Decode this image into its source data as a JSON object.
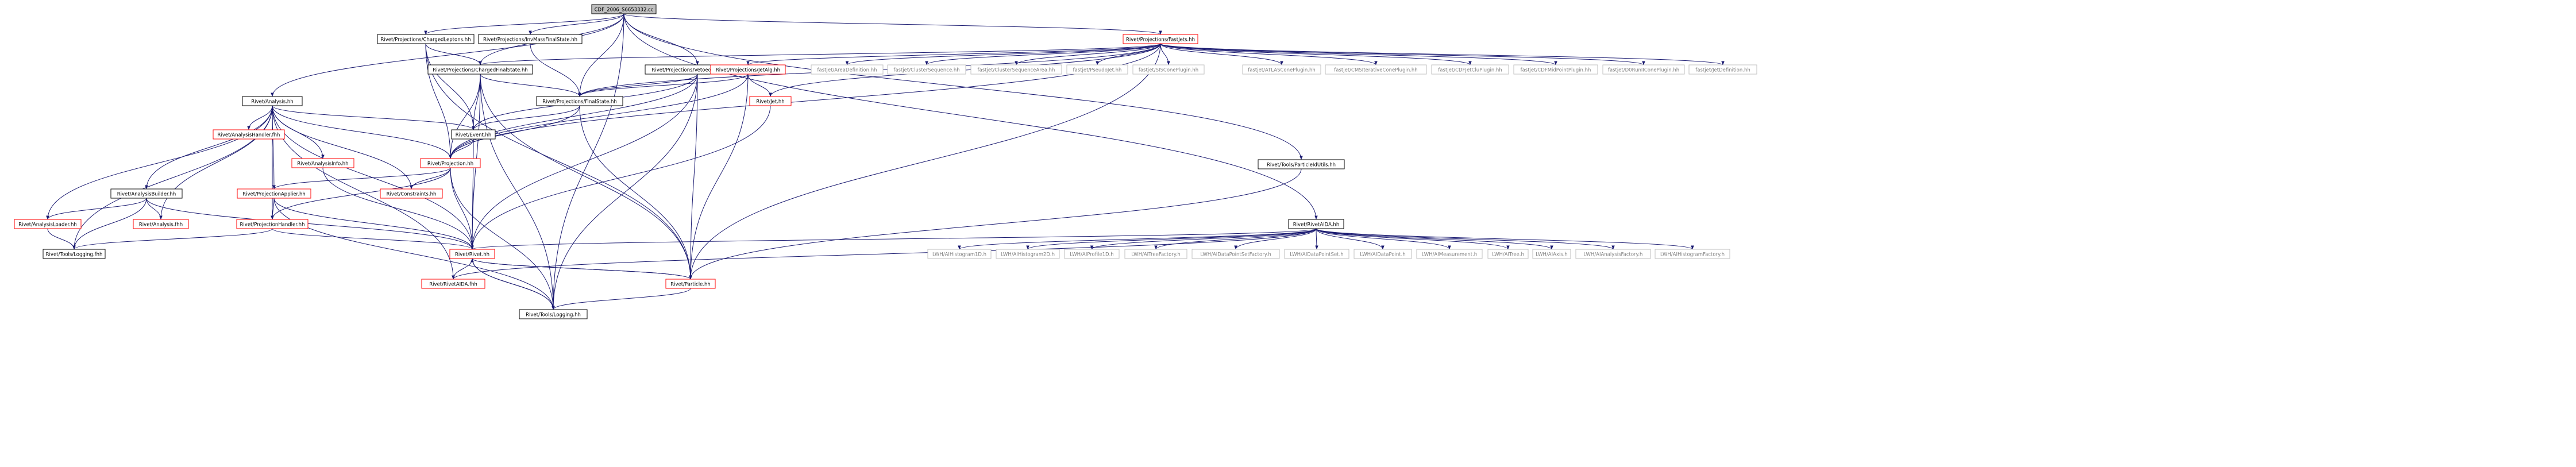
{
  "colors": {
    "edge": "#191970",
    "node_border": "#000000",
    "red_border": "#ff0000",
    "grey_border": "#bfbfbf",
    "root_fill": "#bfbfbf",
    "grey_text": "#808080"
  },
  "diagram": {
    "nodes": [
      {
        "id": "root",
        "label": "CDF_2006_S6653332.cc",
        "kind": "root"
      },
      {
        "id": "chargedleptons",
        "label": "Rivet/Projections/ChargedLeptons.hh",
        "kind": "normal"
      },
      {
        "id": "invmass",
        "label": "Rivet/Projections/InvMassFinalState.hh",
        "kind": "normal"
      },
      {
        "id": "fastjets",
        "label": "Rivet/Projections/FastJets.hh",
        "kind": "red"
      },
      {
        "id": "chargedfs",
        "label": "Rivet/Projections/ChargedFinalState.hh",
        "kind": "normal"
      },
      {
        "id": "vetoedfs",
        "label": "Rivet/Projections/VetoedFinalState.hh",
        "kind": "normal"
      },
      {
        "id": "jetalg",
        "label": "Rivet/Projections/JetAlg.hh",
        "kind": "red"
      },
      {
        "id": "fj_areadef",
        "label": "fastjet/AreaDefinition.hh",
        "kind": "grey"
      },
      {
        "id": "fj_clusterseq",
        "label": "fastjet/ClusterSequence.hh",
        "kind": "grey"
      },
      {
        "id": "fj_clusterseqarea",
        "label": "fastjet/ClusterSequenceArea.hh",
        "kind": "grey"
      },
      {
        "id": "fj_pseudojet",
        "label": "fastjet/PseudoJet.hh",
        "kind": "grey"
      },
      {
        "id": "fj_siscone",
        "label": "fastjet/SISConePlugin.hh",
        "kind": "grey"
      },
      {
        "id": "fj_atlascone",
        "label": "fastjet/ATLASConePlugin.hh",
        "kind": "grey"
      },
      {
        "id": "fj_cmscone",
        "label": "fastjet/CMSIterativeConePlugin.hh",
        "kind": "grey"
      },
      {
        "id": "fj_cdfclu",
        "label": "fastjet/CDFJetCluPlugin.hh",
        "kind": "grey"
      },
      {
        "id": "fj_cdfmid",
        "label": "fastjet/CDFMidPointPlugin.hh",
        "kind": "grey"
      },
      {
        "id": "fj_d0run",
        "label": "fastjet/D0RunIIConePlugin.hh",
        "kind": "grey"
      },
      {
        "id": "fj_jetdef",
        "label": "fastjet/JetDefinition.hh",
        "kind": "grey"
      },
      {
        "id": "analysis",
        "label": "Rivet/Analysis.hh",
        "kind": "normal"
      },
      {
        "id": "finalstate",
        "label": "Rivet/Projections/FinalState.hh",
        "kind": "normal"
      },
      {
        "id": "jet",
        "label": "Rivet/Jet.hh",
        "kind": "red"
      },
      {
        "id": "analysishandler",
        "label": "Rivet/AnalysisHandler.fhh",
        "kind": "red"
      },
      {
        "id": "event",
        "label": "Rivet/Event.hh",
        "kind": "normal"
      },
      {
        "id": "analysisinfo",
        "label": "Rivet/AnalysisInfo.hh",
        "kind": "red"
      },
      {
        "id": "projection",
        "label": "Rivet/Projection.hh",
        "kind": "red"
      },
      {
        "id": "analysisbuilder",
        "label": "Rivet/AnalysisBuilder.hh",
        "kind": "normal"
      },
      {
        "id": "constraints",
        "label": "Rivet/Constraints.hh",
        "kind": "red"
      },
      {
        "id": "projapplier",
        "label": "Rivet/ProjectionApplier.hh",
        "kind": "red"
      },
      {
        "id": "particleidutils",
        "label": "Rivet/Tools/ParticleIdUtils.hh",
        "kind": "normal"
      },
      {
        "id": "rivetaida",
        "label": "Rivet/RivetAIDA.hh",
        "kind": "normal"
      },
      {
        "id": "analysisloader",
        "label": "Rivet/AnalysisLoader.hh",
        "kind": "red"
      },
      {
        "id": "analysisfhh",
        "label": "Rivet/Analysis.fhh",
        "kind": "red"
      },
      {
        "id": "projhandler",
        "label": "Rivet/ProjectionHandler.hh",
        "kind": "red"
      },
      {
        "id": "logging_fhh",
        "label": "Rivet/Tools/Logging.fhh",
        "kind": "normal"
      },
      {
        "id": "rivet",
        "label": "Rivet/Rivet.hh",
        "kind": "red"
      },
      {
        "id": "lwh_h1d",
        "label": "LWH/AIHistogram1D.h",
        "kind": "grey"
      },
      {
        "id": "lwh_h2d",
        "label": "LWH/AIHistogram2D.h",
        "kind": "grey"
      },
      {
        "id": "lwh_p1d",
        "label": "LWH/AIProfile1D.h",
        "kind": "grey"
      },
      {
        "id": "lwh_treefac",
        "label": "LWH/AITreeFactory.h",
        "kind": "grey"
      },
      {
        "id": "lwh_dpsfac",
        "label": "LWH/AIDataPointSetFactory.h",
        "kind": "grey"
      },
      {
        "id": "lwh_dps",
        "label": "LWH/AIDataPointSet.h",
        "kind": "grey"
      },
      {
        "id": "lwh_dp",
        "label": "LWH/AIDataPoint.h",
        "kind": "grey"
      },
      {
        "id": "lwh_meas",
        "label": "LWH/AIMeasurement.h",
        "kind": "grey"
      },
      {
        "id": "lwh_tree",
        "label": "LWH/AITree.h",
        "kind": "grey"
      },
      {
        "id": "lwh_axis",
        "label": "LWH/AIAxis.h",
        "kind": "grey"
      },
      {
        "id": "lwh_anafac",
        "label": "LWH/AIAnalysisFactory.h",
        "kind": "grey"
      },
      {
        "id": "lwh_histfac",
        "label": "LWH/AIHistogramFactory.h",
        "kind": "grey"
      },
      {
        "id": "rivetaida_fhh",
        "label": "Rivet/RivetAIDA.fhh",
        "kind": "red"
      },
      {
        "id": "particle",
        "label": "Rivet/Particle.hh",
        "kind": "red"
      },
      {
        "id": "logging_hh",
        "label": "Rivet/Tools/Logging.hh",
        "kind": "normal"
      }
    ],
    "edges": [
      [
        "root",
        "analysis"
      ],
      [
        "root",
        "chargedleptons"
      ],
      [
        "root",
        "invmass"
      ],
      [
        "root",
        "chargedfs"
      ],
      [
        "root",
        "vetoedfs"
      ],
      [
        "root",
        "finalstate"
      ],
      [
        "root",
        "fastjets"
      ],
      [
        "root",
        "particleidutils"
      ],
      [
        "root",
        "rivetaida"
      ],
      [
        "root",
        "logging_hh"
      ],
      [
        "chargedleptons",
        "chargedfs"
      ],
      [
        "chargedleptons",
        "event"
      ],
      [
        "chargedleptons",
        "projection"
      ],
      [
        "chargedleptons",
        "particle"
      ],
      [
        "invmass",
        "finalstate"
      ],
      [
        "fastjets",
        "jetalg"
      ],
      [
        "fastjets",
        "fj_areadef"
      ],
      [
        "fastjets",
        "fj_clusterseq"
      ],
      [
        "fastjets",
        "fj_clusterseqarea"
      ],
      [
        "fastjets",
        "fj_pseudojet"
      ],
      [
        "fastjets",
        "fj_siscone"
      ],
      [
        "fastjets",
        "fj_atlascone"
      ],
      [
        "fastjets",
        "fj_cmscone"
      ],
      [
        "fastjets",
        "fj_cdfclu"
      ],
      [
        "fastjets",
        "fj_cdfmid"
      ],
      [
        "fastjets",
        "fj_d0run"
      ],
      [
        "fastjets",
        "fj_jetdef"
      ],
      [
        "fastjets",
        "finalstate"
      ],
      [
        "fastjets",
        "jet"
      ],
      [
        "fastjets",
        "projection"
      ],
      [
        "fastjets",
        "particle"
      ],
      [
        "fastjets",
        "chargedfs"
      ],
      [
        "chargedfs",
        "finalstate"
      ],
      [
        "chargedfs",
        "event"
      ],
      [
        "chargedfs",
        "projection"
      ],
      [
        "chargedfs",
        "rivet"
      ],
      [
        "chargedfs",
        "particle"
      ],
      [
        "chargedfs",
        "logging_hh"
      ],
      [
        "vetoedfs",
        "finalstate"
      ],
      [
        "vetoedfs",
        "event"
      ],
      [
        "vetoedfs",
        "projection"
      ],
      [
        "vetoedfs",
        "rivet"
      ],
      [
        "vetoedfs",
        "particle"
      ],
      [
        "vetoedfs",
        "logging_hh"
      ],
      [
        "jetalg",
        "jet"
      ],
      [
        "jetalg",
        "finalstate"
      ],
      [
        "jetalg",
        "projection"
      ],
      [
        "jetalg",
        "particle"
      ],
      [
        "jet",
        "rivet"
      ],
      [
        "finalstate",
        "event"
      ],
      [
        "finalstate",
        "projection"
      ],
      [
        "finalstate",
        "particle"
      ],
      [
        "analysis",
        "analysishandler"
      ],
      [
        "analysis",
        "event"
      ],
      [
        "analysis",
        "projection"
      ],
      [
        "analysis",
        "analysisinfo"
      ],
      [
        "analysis",
        "constraints"
      ],
      [
        "analysis",
        "projapplier"
      ],
      [
        "analysis",
        "analysisbuilder"
      ],
      [
        "analysis",
        "analysisloader"
      ],
      [
        "analysis",
        "analysisfhh"
      ],
      [
        "analysis",
        "projhandler"
      ],
      [
        "analysis",
        "logging_fhh"
      ],
      [
        "analysis",
        "rivet"
      ],
      [
        "analysis",
        "rivetaida_fhh"
      ],
      [
        "event",
        "projection"
      ],
      [
        "event",
        "rivet"
      ],
      [
        "analysisinfo",
        "rivet"
      ],
      [
        "projection",
        "projapplier"
      ],
      [
        "projection",
        "constraints"
      ],
      [
        "projection",
        "projhandler"
      ],
      [
        "projection",
        "rivet"
      ],
      [
        "projection",
        "logging_hh"
      ],
      [
        "analysisbuilder",
        "analysisloader"
      ],
      [
        "analysisbuilder",
        "analysisfhh"
      ],
      [
        "analysisbuilder",
        "logging_fhh"
      ],
      [
        "analysisbuilder",
        "rivet"
      ],
      [
        "projapplier",
        "projhandler"
      ],
      [
        "projapplier",
        "rivet"
      ],
      [
        "projapplier",
        "logging_hh"
      ],
      [
        "particleidutils",
        "particle"
      ],
      [
        "rivetaida",
        "rivet"
      ],
      [
        "rivetaida",
        "lwh_h1d"
      ],
      [
        "rivetaida",
        "lwh_h2d"
      ],
      [
        "rivetaida",
        "lwh_p1d"
      ],
      [
        "rivetaida",
        "lwh_treefac"
      ],
      [
        "rivetaida",
        "lwh_dpsfac"
      ],
      [
        "rivetaida",
        "lwh_dps"
      ],
      [
        "rivetaida",
        "lwh_dp"
      ],
      [
        "rivetaida",
        "lwh_meas"
      ],
      [
        "rivetaida",
        "lwh_tree"
      ],
      [
        "rivetaida",
        "lwh_axis"
      ],
      [
        "rivetaida",
        "lwh_anafac"
      ],
      [
        "rivetaida",
        "lwh_histfac"
      ],
      [
        "rivetaida",
        "rivetaida_fhh"
      ],
      [
        "analysisloader",
        "logging_fhh"
      ],
      [
        "projhandler",
        "rivet"
      ],
      [
        "projhandler",
        "logging_fhh"
      ],
      [
        "rivet",
        "rivetaida_fhh"
      ],
      [
        "rivet",
        "particle"
      ],
      [
        "rivet",
        "logging_hh"
      ],
      [
        "particle",
        "rivet"
      ],
      [
        "particle",
        "logging_hh"
      ],
      [
        "logging_hh",
        "rivet"
      ]
    ]
  }
}
